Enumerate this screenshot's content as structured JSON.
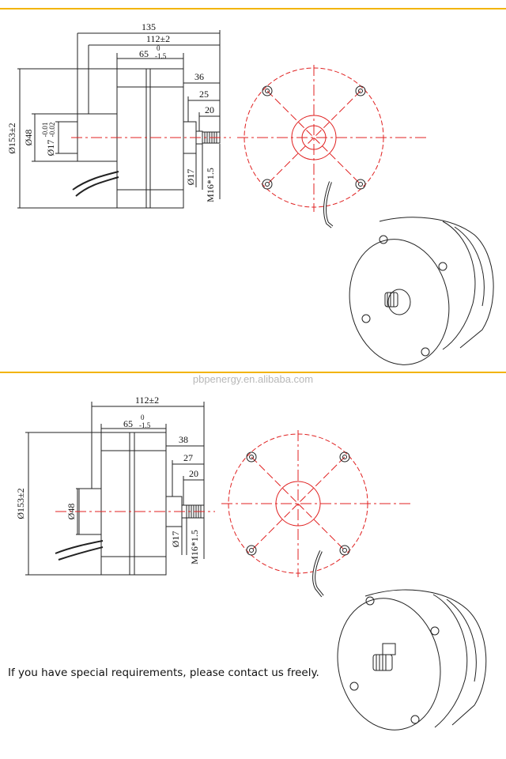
{
  "colors": {
    "separator": "#f2b400",
    "centerline": "#e02020",
    "line": "#222222",
    "watermark": "#b8b8b8"
  },
  "watermark": "pbpenergy.en.alibaba.com",
  "note": "If you have special requirements, please contact us freely.",
  "top": {
    "dim_135": "135",
    "dim_112": "112±2",
    "dim_65": "65",
    "dim_65_upper": "0",
    "dim_65_lower": "-1.5",
    "dim_36": "36",
    "dim_25": "25",
    "dim_20": "20",
    "dim_153": "Ø153±2",
    "dim_48": "Ø48",
    "dim_17tol": "Ø17",
    "dim_17tol_upper": "-0.01",
    "dim_17tol_lower": "-0.02",
    "dim_17": "Ø17",
    "dim_m16": "M16*1.5"
  },
  "bottom": {
    "dim_112": "112±2",
    "dim_65": "65",
    "dim_65_upper": "0",
    "dim_65_lower": "-1.5",
    "dim_38": "38",
    "dim_27": "27",
    "dim_20": "20",
    "dim_153": "Ø153±2",
    "dim_48": "Ø48",
    "dim_17": "Ø17",
    "dim_m16": "M16*1.5"
  }
}
